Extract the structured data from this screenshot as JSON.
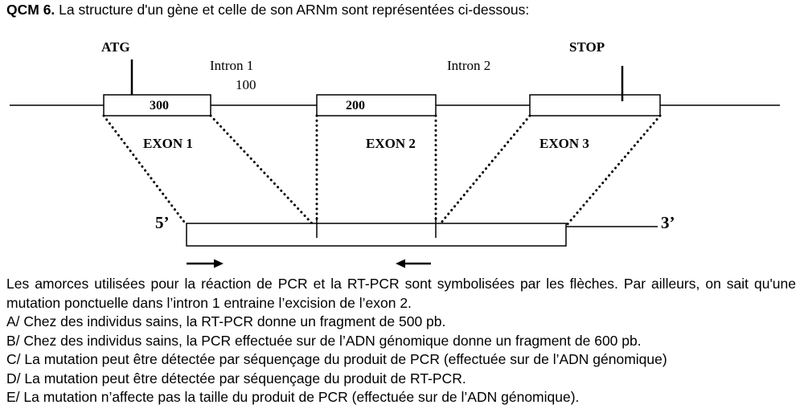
{
  "question": {
    "number": "QCM 6.",
    "intro": "La structure d'un gène et celle de son ARNm sont représentées ci-dessous:"
  },
  "diagram": {
    "atg": "ATG",
    "stop": "STOP",
    "intron1": "Intron 1",
    "intron1_size": "100",
    "intron2": "Intron 2",
    "exon1_size": "300",
    "exon2_size": "200",
    "exon1": "EXON 1",
    "exon2": "EXON 2",
    "exon3": "EXON 3",
    "end5": "5’",
    "end3": "3’"
  },
  "paragraph": "Les amorces utilisées pour la réaction de PCR et la RT-PCR sont symbolisées par les flèches. Par ailleurs, on sait qu'une mutation ponctuelle dans l’intron 1 entraine l’excision de l’exon 2.",
  "options": [
    "A/ Chez des individus sains, la RT-PCR donne un fragment de 500 pb.",
    "B/ Chez des individus sains, la PCR effectuée sur de l’ADN génomique donne un fragment de 600 pb.",
    "C/ La mutation peut être détectée par séquençage du produit de PCR (effectuée sur de l’ADN génomique)",
    "D/ La mutation peut être détectée par séquençage du produit de RT-PCR.",
    "E/ La mutation n’affecte pas la taille du produit de PCR (effectuée sur de l’ADN génomique)."
  ]
}
